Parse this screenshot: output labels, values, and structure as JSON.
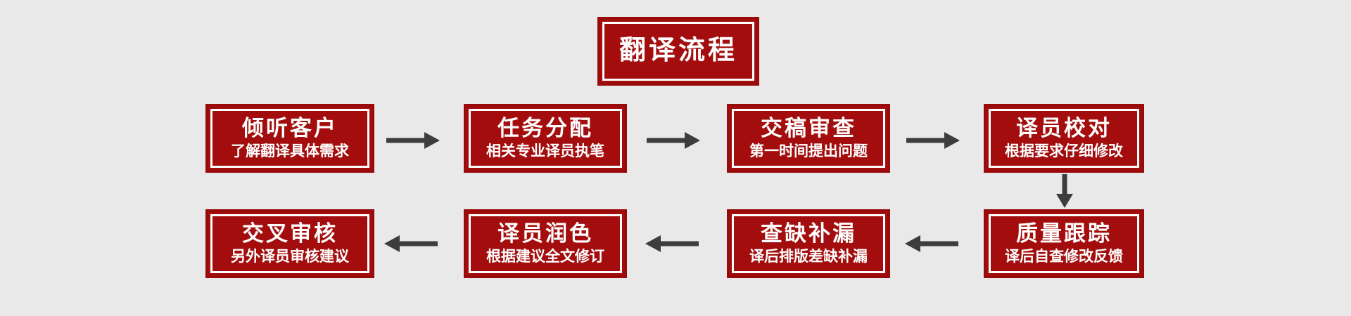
{
  "diagram": {
    "title": "翻译流程",
    "row1": [
      {
        "title": "倾听客户",
        "subtitle": "了解翻译具体需求"
      },
      {
        "title": "任务分配",
        "subtitle": "相关专业译员执笔"
      },
      {
        "title": "交稿审查",
        "subtitle": "第一时间提出问题"
      },
      {
        "title": "译员校对",
        "subtitle": "根据要求仔细修改"
      }
    ],
    "row2": [
      {
        "title": "交叉审核",
        "subtitle": "另外译员审核建议"
      },
      {
        "title": "译员润色",
        "subtitle": "根据建议全文修订"
      },
      {
        "title": "查缺补漏",
        "subtitle": "译后排版差缺补漏"
      },
      {
        "title": "质量跟踪",
        "subtitle": "译后自查修改反馈"
      }
    ],
    "row1_flow_direction": "right",
    "row2_flow_direction": "left"
  },
  "colors": {
    "background": "#e9e9e9",
    "box_fill": "#a30d0d",
    "box_border": "#990b0b",
    "inner_stroke": "#ffffff",
    "text": "#ffffff",
    "arrow": "#3d3d3d"
  }
}
